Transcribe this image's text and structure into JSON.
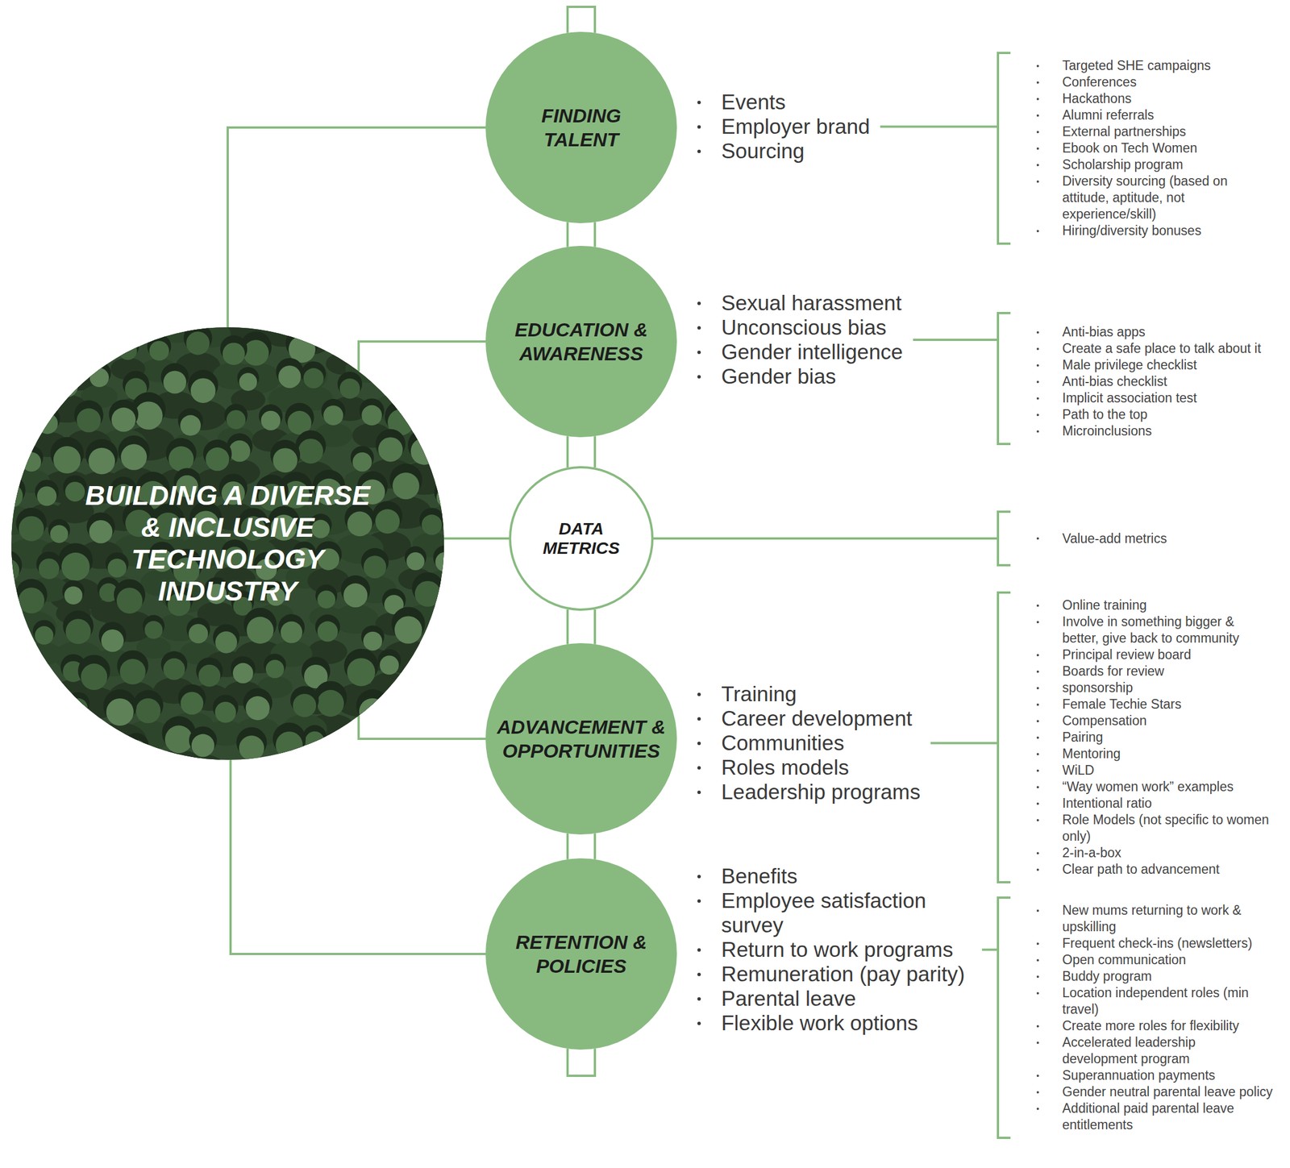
{
  "diagram": {
    "nodes": [
      {
        "text": [
          "BUILDING A DIVERSE & INCLUSIVE TECHNOLOGY INDUSTRY"
        ]
      },
      {
        "text": [
          "FINDING TALENT"
        ]
      },
      {
        "text": [
          "EDUCATION & AWARENESS"
        ]
      },
      {
        "text": [
          "DATA METRICS"
        ]
      },
      {
        "text": [
          "ADVANCEMENT & OPPORTUNITIES"
        ]
      },
      {
        "text": [
          "RETENTION & POLICIES"
        ]
      }
    ],
    "edges": [
      {
        "from": 0,
        "to": 1,
        "arrow": "none"
      },
      {
        "from": 0,
        "to": 2,
        "arrow": "none"
      },
      {
        "from": 0,
        "to": 3,
        "arrow": "none"
      },
      {
        "from": 0,
        "to": 4,
        "arrow": "none"
      },
      {
        "from": 0,
        "to": 5,
        "arrow": "none"
      },
      {
        "from": 1,
        "to": 2,
        "arrow": "none"
      },
      {
        "from": 2,
        "to": 3,
        "arrow": "none"
      },
      {
        "from": 3,
        "to": 4,
        "arrow": "none"
      },
      {
        "from": 4,
        "to": 5,
        "arrow": "none"
      }
    ],
    "labels": [
      "Events",
      "Employer brand",
      "Sourcing",
      "Targeted SHE campaigns",
      "Conferences",
      "Hackathons",
      "Alumni referrals",
      "External partnerships",
      "Ebook on Tech Women",
      "Scholarship program",
      "Diversity sourcing (based on attitude, aptitude, not experience/skill)",
      "Hiring/diversity bonuses",
      "Sexual harassment",
      "Unconscious bias",
      "Gender intelligence",
      "Gender bias",
      "Anti-bias apps",
      "Create a safe place to talk about it",
      "Male privilege checklist",
      "Anti-bias checklist",
      "Implicit association test",
      "Path to the top",
      "Microinclusions",
      "Value-add metrics",
      "Training",
      "Career development",
      "Communities",
      "Roles models",
      "Leadership programs",
      "Online training",
      "Involve in something bigger & better, give back to community",
      "Principal review board",
      "Boards for review",
      "sponsorship",
      "Female Techie Stars",
      "Compensation",
      "Pairing",
      "Mentoring",
      "WiLD",
      "“Way women work” examples",
      "Intentional ratio",
      "Role Models (not specific to women only)",
      "2-in-a-box",
      "Clear path to advancement",
      "Benefits",
      "Employee satisfaction survey",
      "Return to work programs",
      "Remuneration (pay parity)",
      "Parental leave",
      "Flexible work options",
      "New mums returning to work & upskilling",
      "Frequent check-ins (newsletters)",
      "Open communication",
      "Buddy program",
      "Location independent roles (min travel)",
      "Create more roles for flexibility",
      "Accelerated leadership development program",
      "Superannuation payments",
      "Gender neutral parental leave policy",
      "Additional paid parental leave entitlements"
    ]
  }
}
